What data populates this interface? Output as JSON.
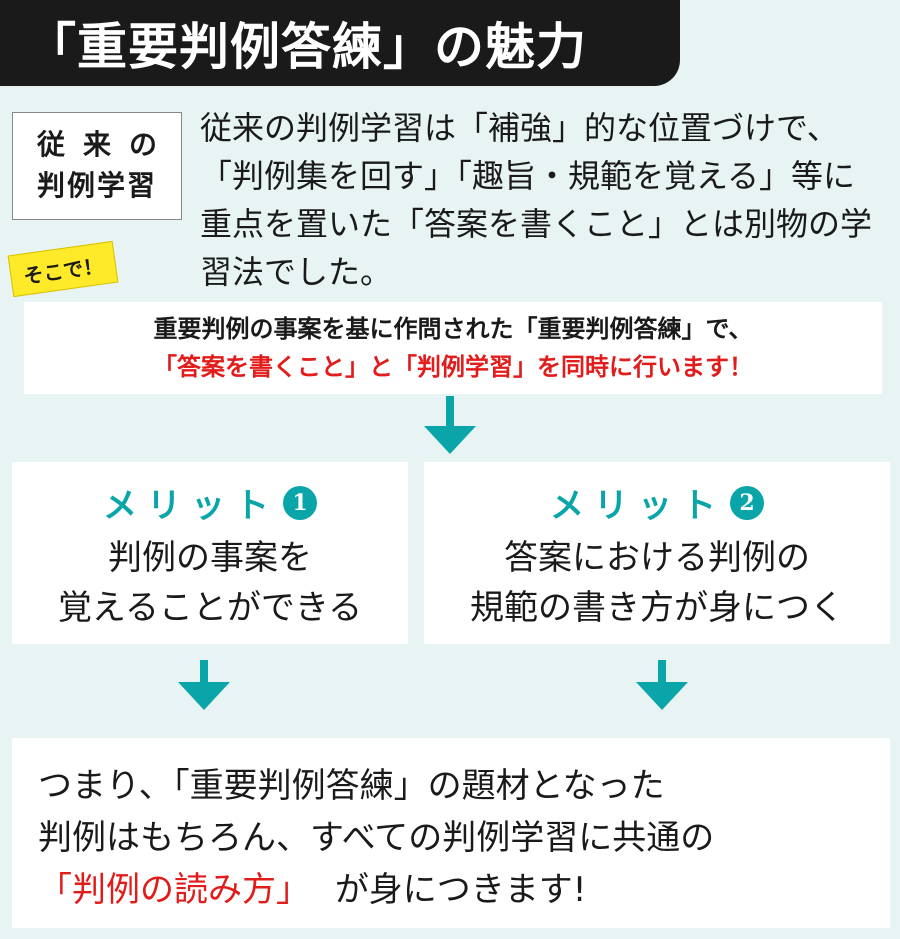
{
  "header": {
    "title": "「重要判例答練」の魅力"
  },
  "label": {
    "line1": "従来の",
    "line2": "判例学習"
  },
  "intro": {
    "line1": "従来の判例学習は「補強」的な位置づけで、",
    "line2": "「判例集を回す」「趣旨・規範を覚える」等に",
    "line3": "重点を置いた「答案を書くこと」とは別物の学",
    "line4": "習法でした。"
  },
  "sticky": {
    "text": "そこで！"
  },
  "banner": {
    "line1": "重要判例の事案を基に作問された「重要判例答練」で、",
    "line2_red": "「答案を書くこと」と「判例学習」を同時に行います！"
  },
  "merits": [
    {
      "title": "メリット",
      "number": "1",
      "line1": "判例の事案を",
      "line2": "覚えることができる"
    },
    {
      "title": "メリット",
      "number": "2",
      "line1": "答案における判例の",
      "line2": "規範の書き方が身につく"
    }
  ],
  "conclusion": {
    "line1": "つまり、「重要判例答練」の題材となった",
    "line2": "判例はもちろん、すべての判例学習に共通の",
    "line3_red": "「判例の読み方」",
    "line3_rest": "が身につきます!"
  },
  "colors": {
    "accent": "#0aa5a8",
    "red": "#e21b1b",
    "background": "#e8f4f4",
    "sticky": "#ffea2a"
  },
  "icons": {
    "arrow": "arrow-down-icon"
  }
}
